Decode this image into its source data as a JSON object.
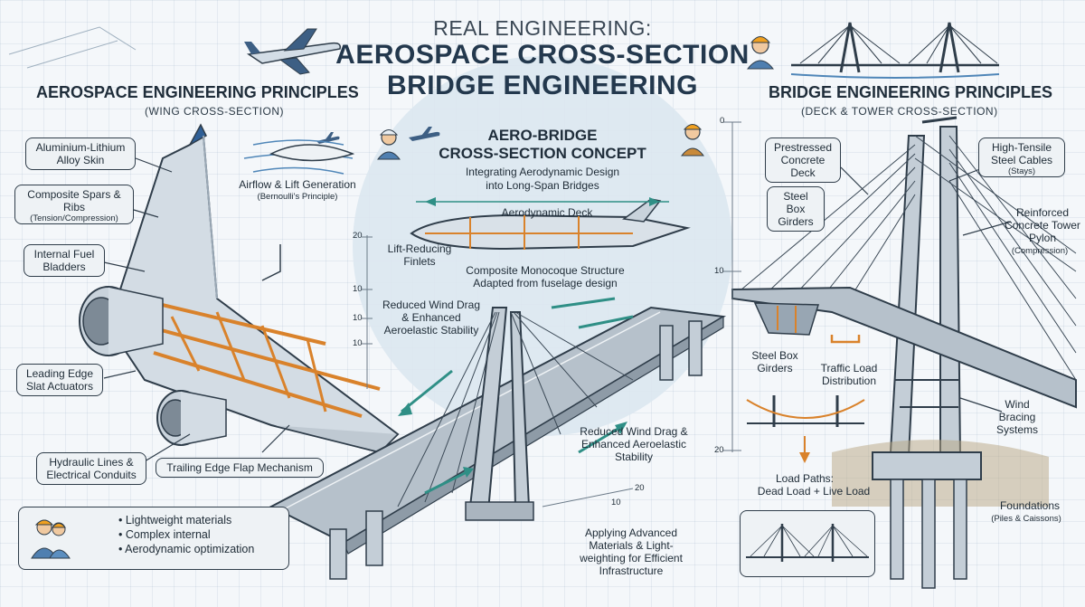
{
  "header": {
    "kicker": "REAL ENGINEERING:",
    "title_line1": "AEROSPACE CROSS-SECTION",
    "title_line2": "BRIDGE ENGINEERING"
  },
  "aerospace": {
    "heading": "AEROSPACE ENGINEERING PRINCIPLES",
    "subheading": "(WING CROSS-SECTION)",
    "callouts": {
      "skin": "Aluminium-Lithium Alloy Skin",
      "spars": "Composite Spars & Ribs",
      "spars_note": "(Tension/Compression)",
      "fuel": "Internal Fuel Bladders",
      "slat": "Leading Edge Slat Actuators",
      "hydraulic": "Hydraulic Lines & Electrical Conduits",
      "flap": "Trailing Edge Flap Mechanism"
    },
    "airflow": {
      "label": "Airflow & Lift Generation",
      "note": "(Bernoulli's Principle)"
    },
    "bullets": [
      "Lightweight materials",
      "Complex internal",
      "Aerodynamic optimization"
    ]
  },
  "concept": {
    "heading_line1": "AERO-BRIDGE",
    "heading_line2": "CROSS-SECTION CONCEPT",
    "subtitle_line1": "Integrating Aerodynamic Design",
    "subtitle_line2": "into Long-Span Bridges",
    "deck_label": "Aerodynamic Deck",
    "finlets": "Lift-Reducing Finlets",
    "monocoque_line1": "Composite Monocoque Structure",
    "monocoque_line2": "Adapted from fuselage design",
    "drag_left": "Reduced Wind Drag & Enhanced Aeroelastic Stability",
    "drag_right": "Reduced Wind Drag & Enhanced Aeroelastic Stability",
    "applying": "Applying Advanced Materials & Light-weighting for Efficient Infrastructure"
  },
  "bridge": {
    "heading": "BRIDGE ENGINEERING PRINCIPLES",
    "subheading": "(DECK & TOWER CROSS-SECTION)",
    "callouts": {
      "deck": "Prestressed Concrete Deck",
      "box": "Steel Box Girders",
      "cables": "High-Tensile Steel Cables",
      "cables_note": "(Stays)"
    },
    "labels": {
      "pylon": "Reinforced Concrete Tower Pylon",
      "pylon_note": "(Compression)",
      "box2": "Steel Box Girders",
      "traffic": "Traffic Load Distribution",
      "wind": "Wind Bracing Systems",
      "loadpaths_line1": "Load Paths:",
      "loadpaths_line2": "Dead Load + Live Load",
      "foundations": "Foundations",
      "foundations_note": "(Piles & Caissons)"
    }
  },
  "scale": {
    "left_ticks": [
      "20",
      "10",
      "10",
      "10"
    ],
    "right_ticks": [
      "0",
      "10",
      "20"
    ],
    "bottom_ticks": [
      "10",
      "20"
    ]
  },
  "colors": {
    "ink": "#2f3d4a",
    "steel": "#c4ced7",
    "accent_orange": "#d9822b",
    "accent_teal": "#2f8f86",
    "circle": "#dde9f2"
  },
  "icons": [
    "airplane-icon",
    "engineer-icon",
    "cable-bridge-icon"
  ]
}
